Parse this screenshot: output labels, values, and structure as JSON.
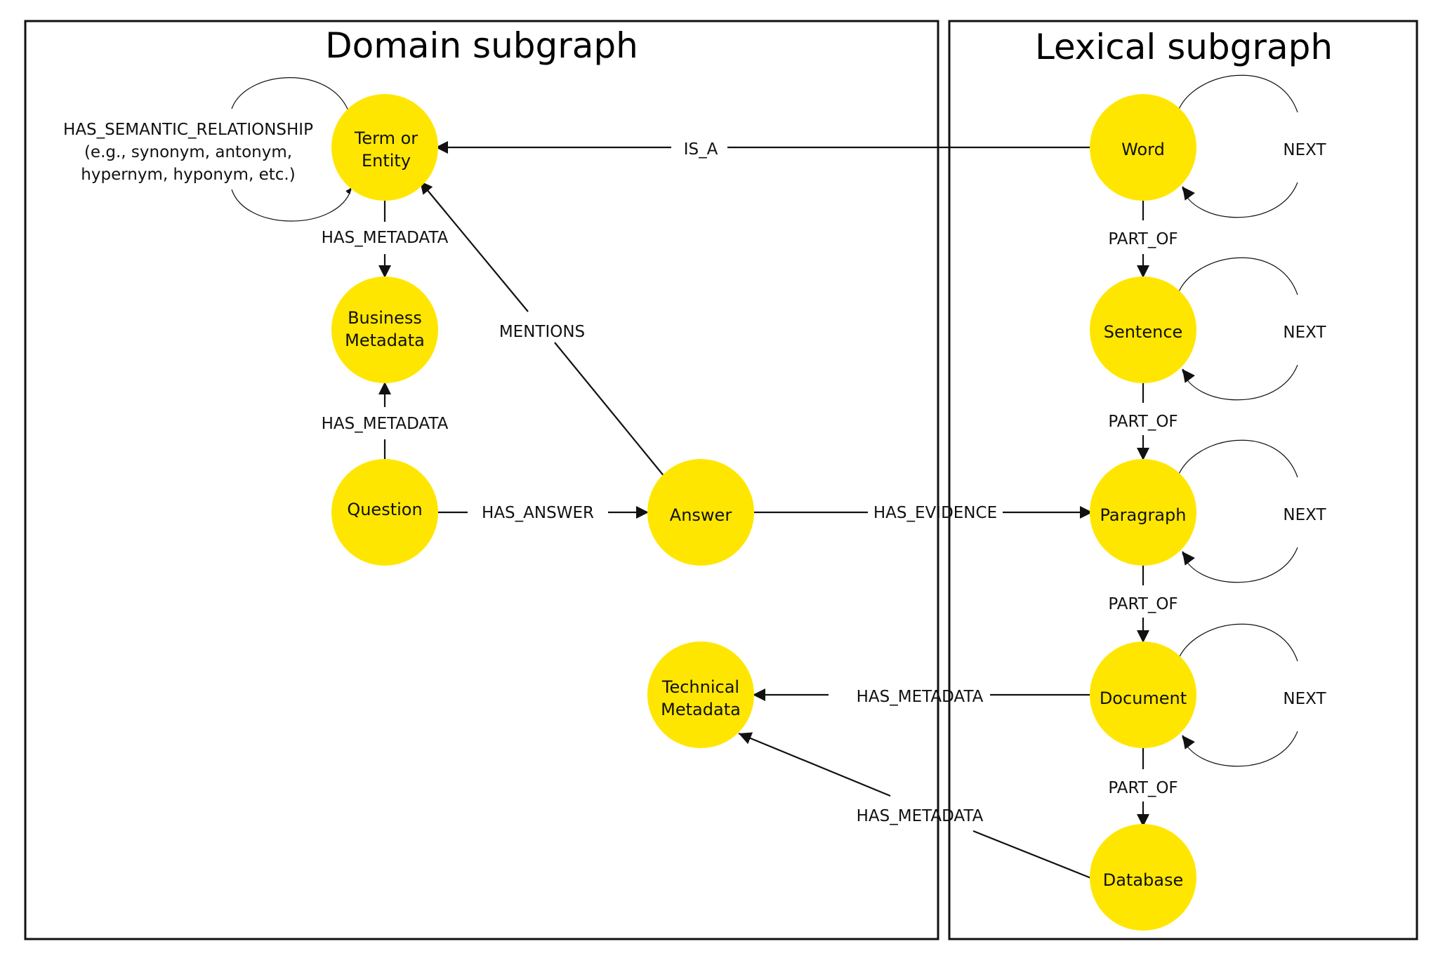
{
  "panels": {
    "domain_title": "Domain subgraph",
    "lexical_title": "Lexical subgraph"
  },
  "colors": {
    "node_fill": "#FFE600",
    "line": "#111111"
  },
  "nodes": {
    "term": {
      "line1": "Term or",
      "line2": "Entity"
    },
    "business": {
      "line1": "Business",
      "line2": "Metadata"
    },
    "question": {
      "label": "Question"
    },
    "answer": {
      "label": "Answer"
    },
    "technical": {
      "line1": "Technical",
      "line2": "Metadata"
    },
    "word": {
      "label": "Word"
    },
    "sentence": {
      "label": "Sentence"
    },
    "paragraph": {
      "label": "Paragraph"
    },
    "document": {
      "label": "Document"
    },
    "database": {
      "label": "Database"
    }
  },
  "edges": {
    "semantic_line1": "HAS_SEMANTIC_RELATIONSHIP",
    "semantic_line2": "(e.g., synonym, antonym,",
    "semantic_line3": "hypernym, hyponym, etc.)",
    "term_business": "HAS_METADATA",
    "question_business": "HAS_METADATA",
    "mentions": "MENTIONS",
    "has_answer": "HAS_ANSWER",
    "is_a": "IS_A",
    "has_evidence": "HAS_EVIDENCE",
    "document_technical": "HAS_METADATA",
    "database_technical": "HAS_METADATA",
    "word_part_of": "PART_OF",
    "sentence_part_of": "PART_OF",
    "paragraph_part_of": "PART_OF",
    "document_part_of": "PART_OF",
    "word_next": "NEXT",
    "sentence_next": "NEXT",
    "paragraph_next": "NEXT",
    "document_next": "NEXT"
  }
}
